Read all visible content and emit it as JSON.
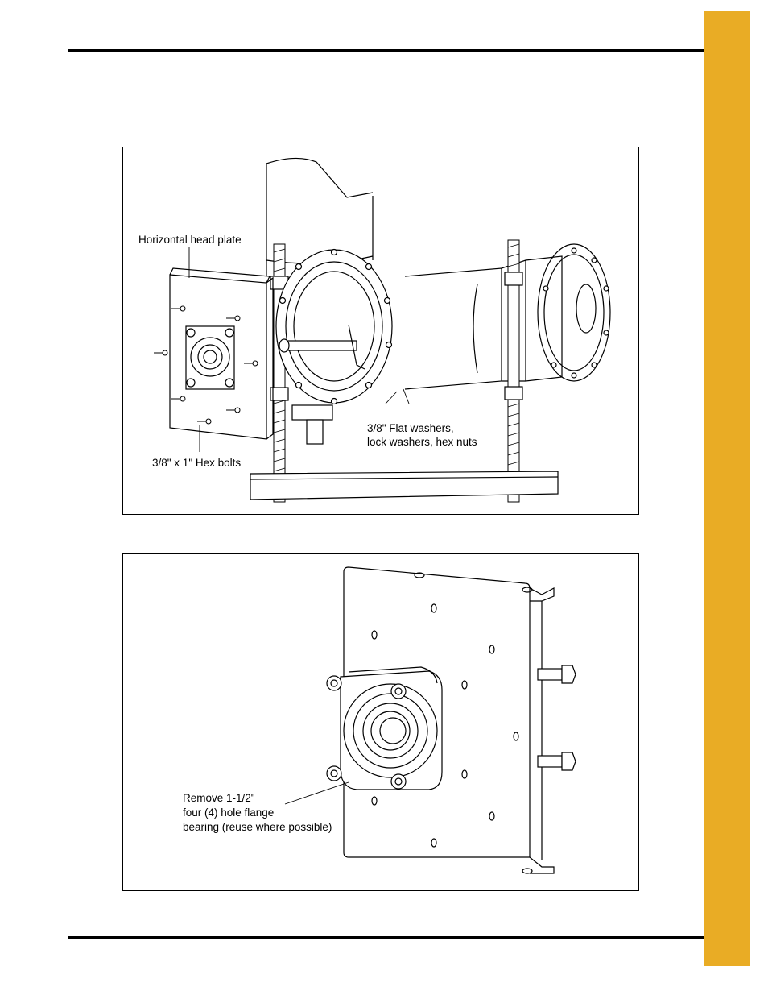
{
  "page": {
    "accent_color": "#e9ac25"
  },
  "figure1": {
    "labels": {
      "head_plate": "Horizontal head plate",
      "washers_line1": "3/8\" Flat washers,",
      "washers_line2": "lock washers, hex nuts",
      "hex_bolts": "3/8\" x 1\" Hex bolts"
    }
  },
  "figure2": {
    "labels": {
      "remove_line1": "Remove 1-1/2\"",
      "remove_line2": "four (4) hole flange",
      "remove_line3": "bearing (reuse where possible)"
    }
  }
}
